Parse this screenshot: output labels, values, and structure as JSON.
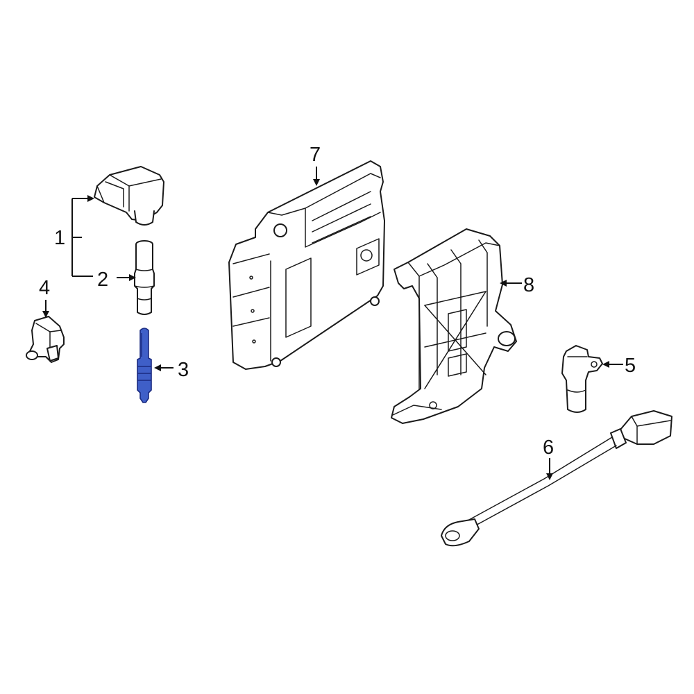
{
  "colors": {
    "line": "#1a1a1a",
    "highlight": "#3f5fc8",
    "background": "#ffffff"
  },
  "callouts": {
    "c1": "1",
    "c2": "2",
    "c3": "3",
    "c4": "4",
    "c5": "5",
    "c6": "6",
    "c7": "7",
    "c8": "8"
  },
  "highlighted_part": "3"
}
